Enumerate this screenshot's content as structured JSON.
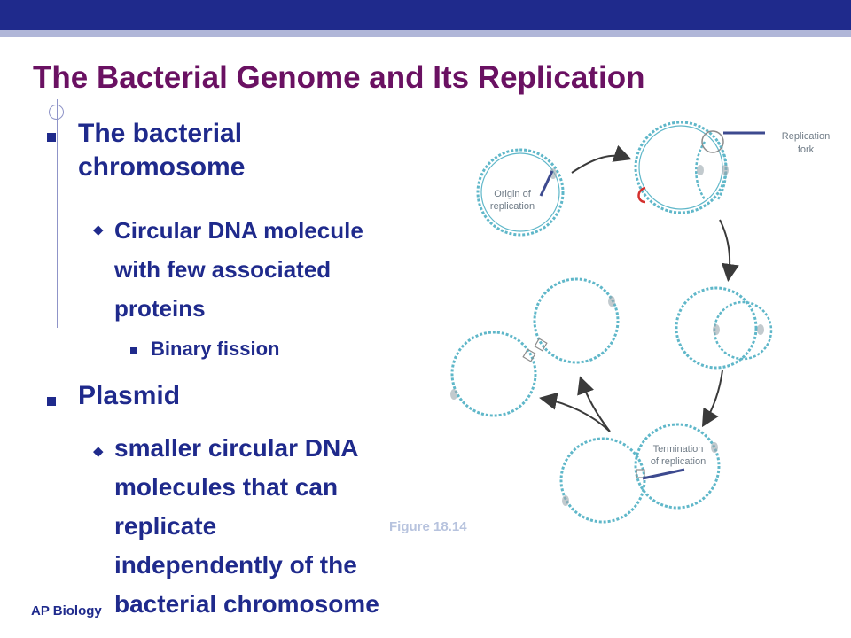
{
  "slide": {
    "title": "The Bacterial Genome and Its Replication",
    "footer": "AP Biology",
    "figure_label": "Figure 18.14"
  },
  "bullets": {
    "b1_line1": "The bacterial",
    "b1_line2": "chromosome",
    "b1_sub_line1": "Circular DNA molecule",
    "b1_sub_line2": "with few associated",
    "b1_sub_line3": "proteins",
    "b1_sub_sub": "Binary fission",
    "b2": "Plasmid",
    "b2_sub_line1": "smaller circular DNA",
    "b2_sub_line2": "molecules that can",
    "b2_sub_line3": "replicate",
    "b2_sub_line4": "independently of the",
    "b2_sub_line5": "bacterial chromosome"
  },
  "diagram": {
    "origin_line1": "Origin of",
    "origin_line2": "replication",
    "fork_line1": "Replication",
    "fork_line2": "fork",
    "term_line1": "Termination",
    "term_line2": "of replication"
  },
  "colors": {
    "title": "#6a1162",
    "text": "#1f2a8c",
    "dna": "#5fb7c9",
    "arrow": "#3a3a3a"
  }
}
